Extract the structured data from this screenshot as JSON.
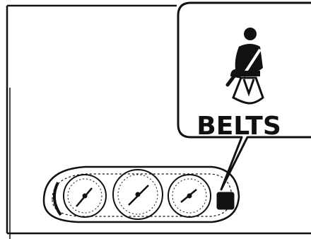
{
  "callout": {
    "label": "BELTS",
    "icon": "seatbelt-warning-icon"
  },
  "cluster": {
    "gauges": [
      "tachometer-gauge",
      "speedometer-gauge",
      "fuel-temp-gauge"
    ],
    "highlighted_indicator": "seatbelt-indicator-light"
  },
  "colors": {
    "ink": "#111111",
    "paper": "#ffffff"
  }
}
